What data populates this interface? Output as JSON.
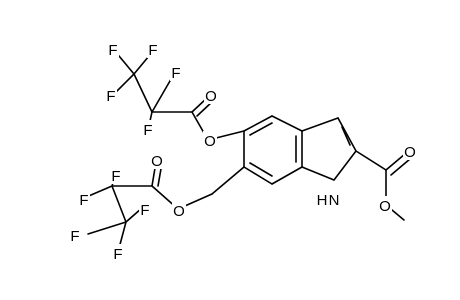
{
  "molecule": {
    "atoms": [
      {
        "id": "F1",
        "label": "F"
      },
      {
        "id": "F2",
        "label": "F"
      },
      {
        "id": "F3",
        "label": "F"
      },
      {
        "id": "F4",
        "label": "F"
      },
      {
        "id": "F5",
        "label": "F"
      },
      {
        "id": "O1",
        "label": "O"
      },
      {
        "id": "O2",
        "label": "O"
      },
      {
        "id": "F6",
        "label": "F"
      },
      {
        "id": "F7",
        "label": "F"
      },
      {
        "id": "F8",
        "label": "F"
      },
      {
        "id": "F9",
        "label": "F"
      },
      {
        "id": "F10",
        "label": "F"
      },
      {
        "id": "O3",
        "label": "O"
      },
      {
        "id": "O4",
        "label": "O"
      },
      {
        "id": "N1",
        "label": "H"
      },
      {
        "id": "N2",
        "label": "N"
      },
      {
        "id": "O5",
        "label": "O"
      },
      {
        "id": "O6",
        "label": "O"
      }
    ]
  }
}
